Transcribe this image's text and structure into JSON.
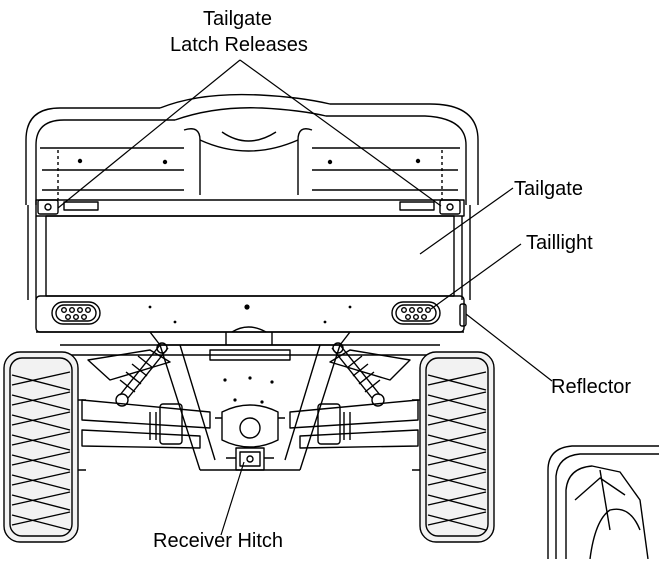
{
  "labels": {
    "latch_line1": "Tailgate",
    "latch_line2": "Latch Releases",
    "tailgate": "Tailgate",
    "taillight": "Taillight",
    "reflector": "Reflector",
    "receiver_hitch": "Receiver Hitch"
  },
  "colors": {
    "line": "#000000",
    "background": "#ffffff",
    "tire_fill": "#cfcfcf"
  }
}
